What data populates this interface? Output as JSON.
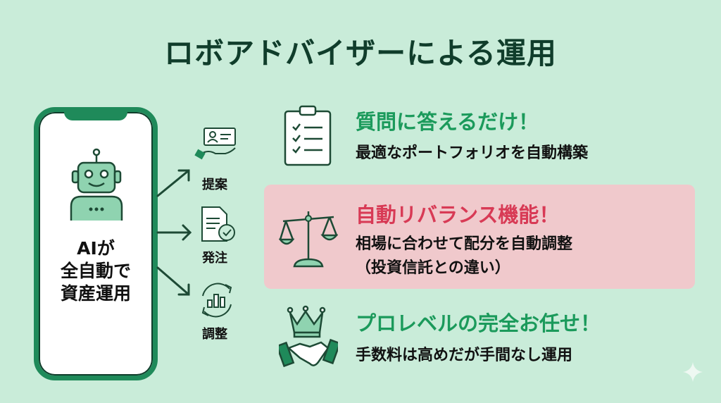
{
  "title": "ロボアドバイザーによる運用",
  "phone": {
    "lines": [
      "AIが",
      "全自動で",
      "資産運用"
    ]
  },
  "steps": [
    {
      "label": "提案",
      "icon": "hand-card-icon"
    },
    {
      "label": "発注",
      "icon": "document-check-icon"
    },
    {
      "label": "調整",
      "icon": "rebalance-chart-icon"
    }
  ],
  "features": [
    {
      "heading": "質問に答えるだけ！",
      "sub": [
        "最適なポートフォリオを自動構築"
      ],
      "icon": "clipboard-checklist-icon"
    },
    {
      "heading": "自動リバランス機能！",
      "sub": [
        "相場に合わせて配分を自動調整",
        "（投資信託との違い）"
      ],
      "icon": "balance-scale-icon"
    },
    {
      "heading": "プロレベルの完全お任せ！",
      "sub": [
        "手数料は高めだが手間なし運用"
      ],
      "icon": "crown-handshake-icon"
    }
  ],
  "colors": {
    "background": "#c9ecd9",
    "accent_green": "#1b9a5b",
    "accent_red": "#d83a55",
    "highlight": "#f0c9cc",
    "dark": "#103d2b"
  }
}
